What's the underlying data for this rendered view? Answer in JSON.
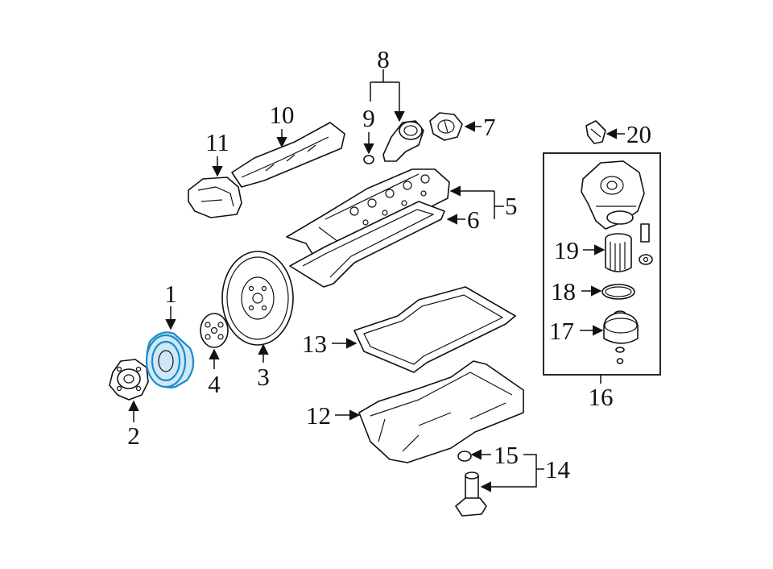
{
  "callouts": [
    {
      "id": "1",
      "text": "1"
    },
    {
      "id": "2",
      "text": "2"
    },
    {
      "id": "3",
      "text": "3"
    },
    {
      "id": "4",
      "text": "4"
    },
    {
      "id": "5",
      "text": "5"
    },
    {
      "id": "6",
      "text": "6"
    },
    {
      "id": "7",
      "text": "7"
    },
    {
      "id": "8",
      "text": "8"
    },
    {
      "id": "9",
      "text": "9"
    },
    {
      "id": "10",
      "text": "10"
    },
    {
      "id": "11",
      "text": "11"
    },
    {
      "id": "12",
      "text": "12"
    },
    {
      "id": "13",
      "text": "13"
    },
    {
      "id": "14",
      "text": "14"
    },
    {
      "id": "15",
      "text": "15"
    },
    {
      "id": "16",
      "text": "16"
    },
    {
      "id": "17",
      "text": "17"
    },
    {
      "id": "18",
      "text": "18"
    },
    {
      "id": "19",
      "text": "19"
    },
    {
      "id": "20",
      "text": "20"
    }
  ],
  "highlighted_part": "1",
  "colors": {
    "line": "#111111",
    "highlight_stroke": "#1a8cc4",
    "highlight_fill": "#cfe8f7",
    "background": "#ffffff"
  }
}
